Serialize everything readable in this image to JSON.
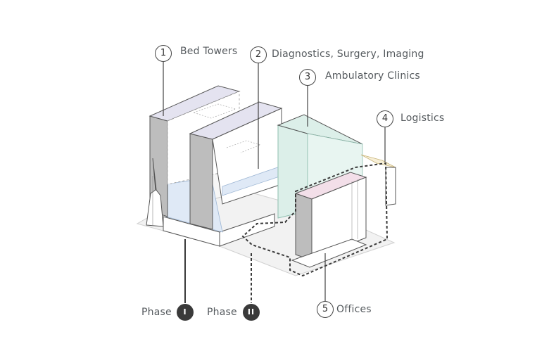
{
  "diagram": {
    "callouts": [
      {
        "number": "1",
        "label": "Bed Towers"
      },
      {
        "number": "2",
        "label": "Diagnostics, Surgery, Imaging"
      },
      {
        "number": "3",
        "label": "Ambulatory Clinics"
      },
      {
        "number": "4",
        "label": "Logistics"
      },
      {
        "number": "5",
        "label": "Offices"
      }
    ],
    "phases": [
      {
        "label": "Phase",
        "numeral": "I",
        "line_style": "solid"
      },
      {
        "label": "Phase",
        "numeral": "II",
        "line_style": "dashed"
      }
    ],
    "colors": {
      "bed_towers": "#e4e3f0",
      "diagnostics": "#dfe9f6",
      "ambulatory": "#dcefe9",
      "logistics": "#f7efd7",
      "offices": "#f3dfe9",
      "shadow": "#bdbdbd",
      "outline": "#4a4a4a"
    }
  }
}
